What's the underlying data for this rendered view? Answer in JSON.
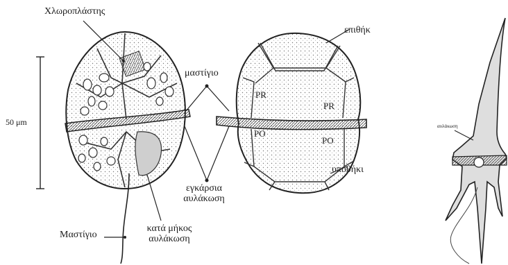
{
  "labels": {
    "chloroplast": "Χλωροπλάστης",
    "flagellum_center": "μαστίγιο",
    "epitheca": "επιθήκ",
    "scale": "50 μm",
    "pr_left": "PR",
    "pr_right": "PR",
    "po_left": "PO",
    "po_right": "PO",
    "hypotheca": "υποθήκι",
    "transverse_line1": "εγκάρσια",
    "transverse_line2": "αυλάκωση",
    "flagellum_bottom": "Μαστίγιο",
    "longitudinal_line1": "κατά μήκος",
    "longitudinal_line2": "αυλάκωση",
    "groove_right": "αυλάκωση"
  }
}
